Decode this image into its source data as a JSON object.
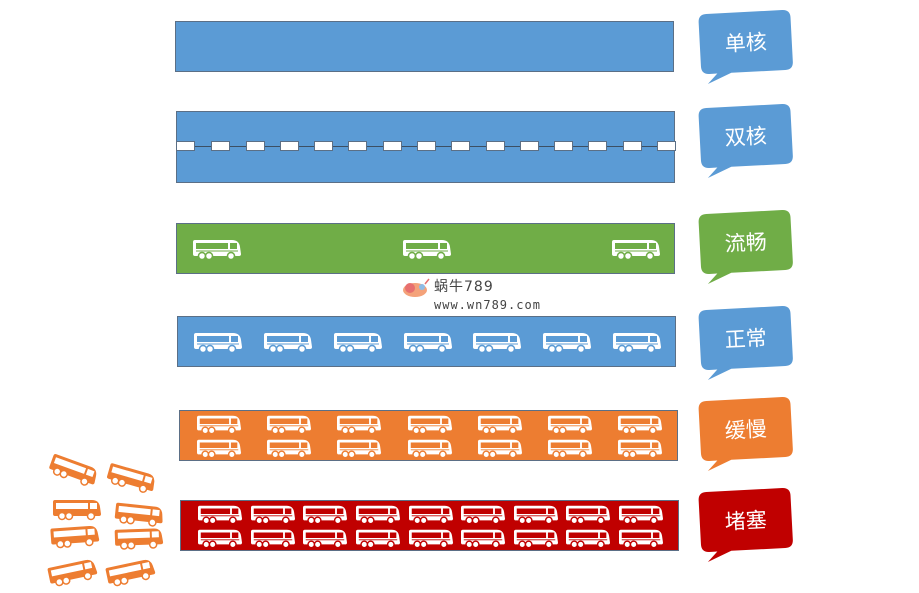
{
  "colors": {
    "blue": "#5b9bd5",
    "green": "#70ad47",
    "orange": "#ed7d31",
    "red": "#c00000",
    "lane_border": "#5b6f86",
    "white": "#ffffff"
  },
  "lanes": [
    {
      "id": "single",
      "label": "单核",
      "color": "#5b9bd5",
      "pattern": "plain"
    },
    {
      "id": "dual",
      "label": "双核",
      "color": "#5b9bd5",
      "pattern": "dashed-divider"
    },
    {
      "id": "smooth",
      "label": "流畅",
      "color": "#70ad47",
      "pattern": "buses",
      "bus_rows": 1,
      "bus_cols": 3
    },
    {
      "id": "normal",
      "label": "正常",
      "color": "#5b9bd5",
      "pattern": "buses",
      "bus_rows": 1,
      "bus_cols": 7
    },
    {
      "id": "slow",
      "label": "缓慢",
      "color": "#ed7d31",
      "pattern": "buses",
      "bus_rows": 2,
      "bus_cols": 7
    },
    {
      "id": "jam",
      "label": "堵塞",
      "color": "#c00000",
      "pattern": "buses",
      "bus_rows": 2,
      "bus_cols": 9
    }
  ],
  "watermark": {
    "line1": "蜗牛789",
    "line2": "www.wn789.com"
  },
  "overflow_buses": {
    "count": 8,
    "color": "#ed7d31",
    "icon": "bus-icon"
  }
}
